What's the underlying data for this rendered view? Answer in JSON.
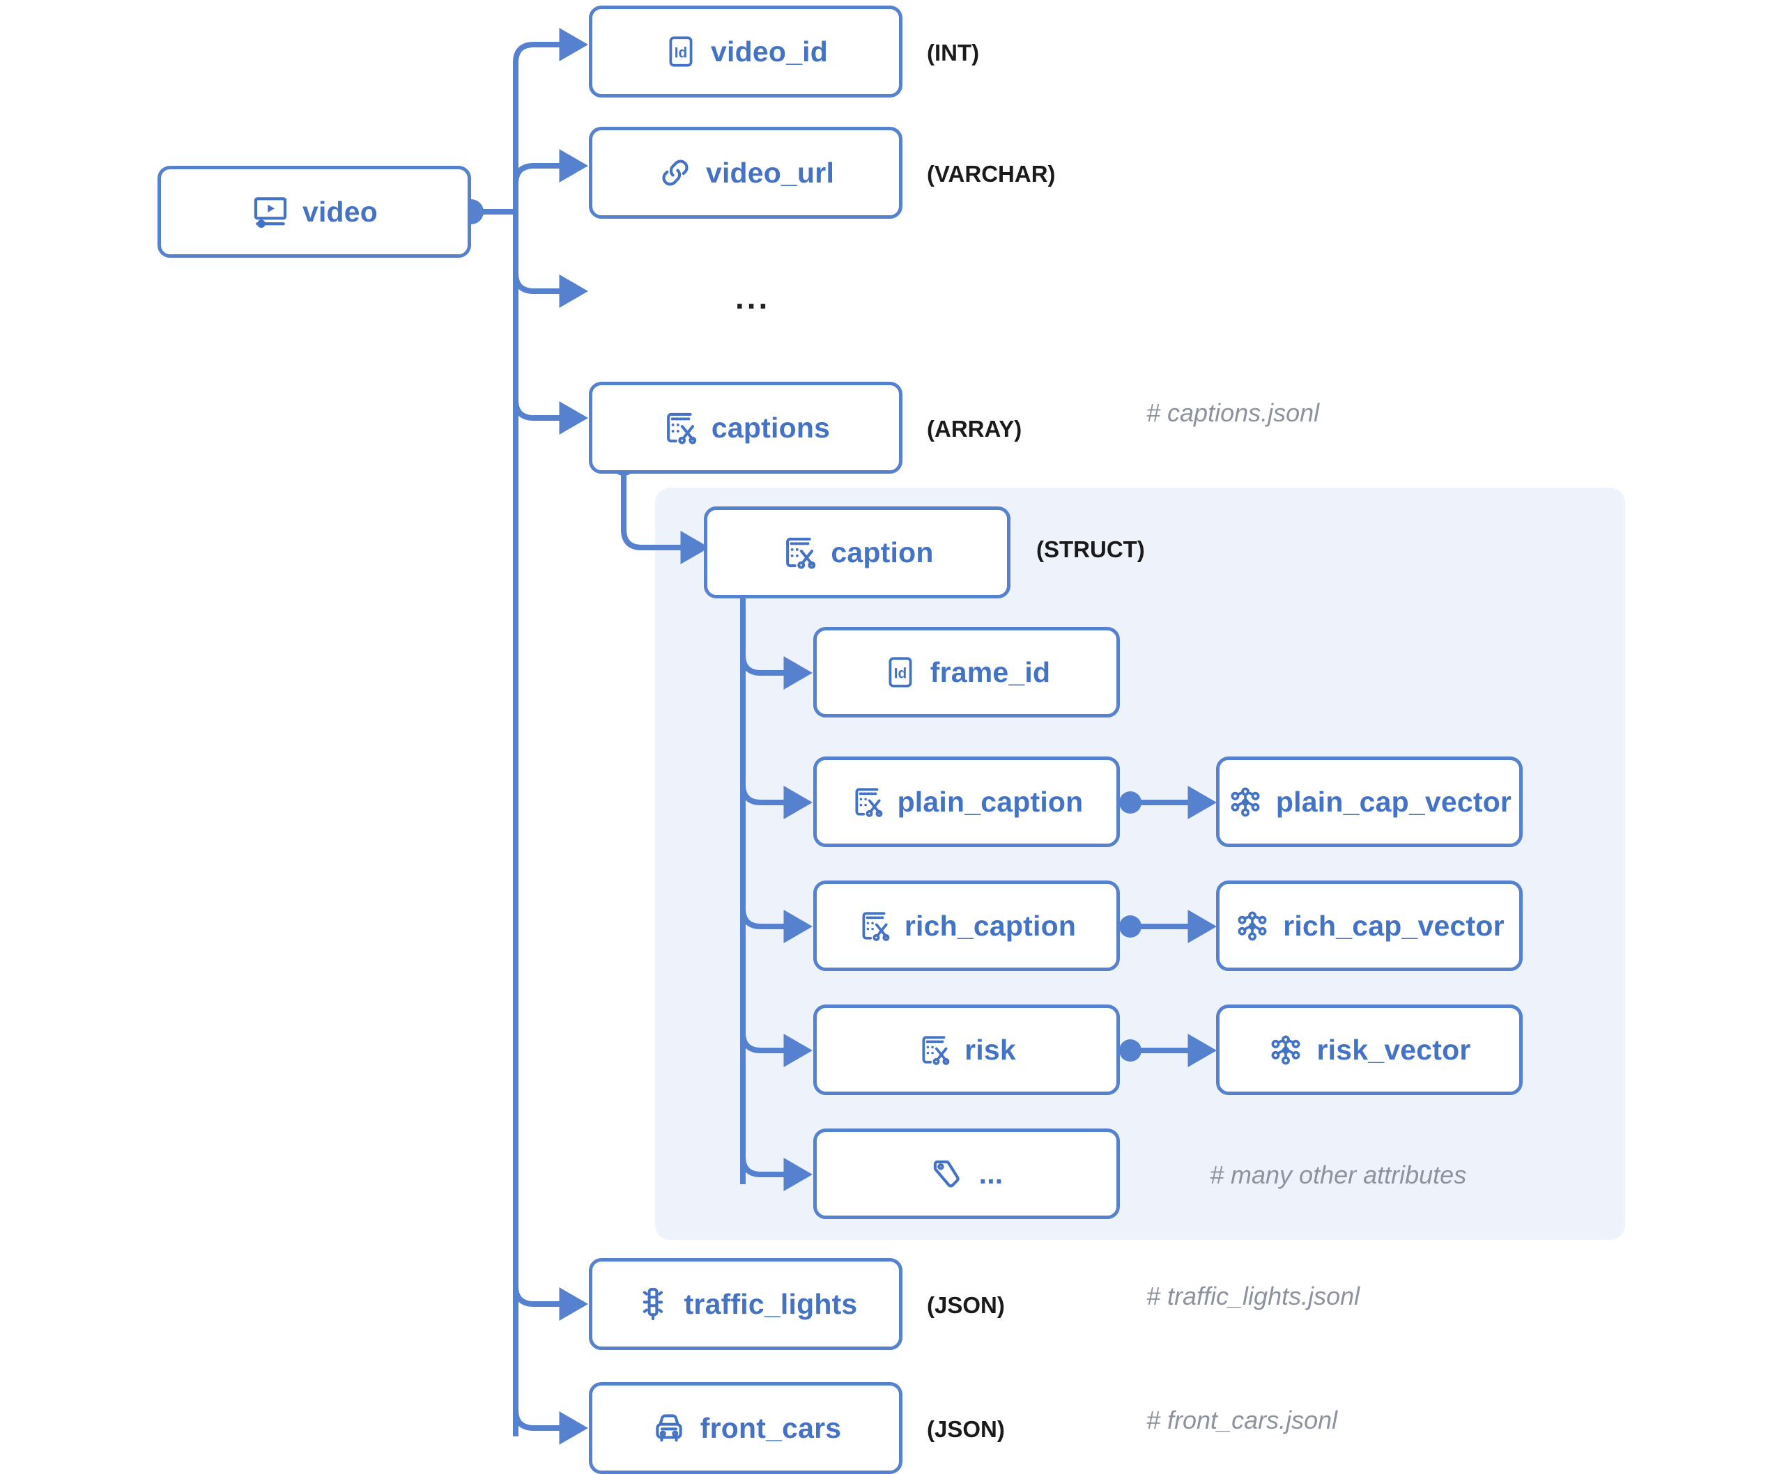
{
  "theme": {
    "stroke": "#5681CE",
    "label_blue": "#4472C4",
    "panel_bg": "#EDF2FB",
    "comment_gray": "#8D939E",
    "type_black": "#1a1a1a",
    "card_bg": "#FFFFFF"
  },
  "root": {
    "label": "video",
    "icon": "video-player-icon"
  },
  "video_fields": [
    {
      "key": "video_id",
      "label": "video_id",
      "icon": "id-card-icon",
      "type": "(INT)",
      "comment": ""
    },
    {
      "key": "video_url",
      "label": "video_url",
      "icon": "link-icon",
      "type": "(VARCHAR)",
      "comment": ""
    },
    {
      "key": "ellipsis",
      "label": "...",
      "icon": "none",
      "type": "",
      "comment": ""
    },
    {
      "key": "captions",
      "label": "captions",
      "icon": "caption-cut-icon",
      "type": "(ARRAY)",
      "comment": "# captions.jsonl"
    },
    {
      "key": "traffic_lights",
      "label": "traffic_lights",
      "icon": "traffic-light-icon",
      "type": "(JSON)",
      "comment": "# traffic_lights.jsonl"
    },
    {
      "key": "front_cars",
      "label": "front_cars",
      "icon": "car-icon",
      "type": "(JSON)",
      "comment": "# front_cars.jsonl"
    }
  ],
  "caption_struct": {
    "label": "caption",
    "icon": "caption-cut-icon",
    "type": "(STRUCT)",
    "fields": [
      {
        "key": "frame_id",
        "label": "frame_id",
        "icon": "id-card-icon",
        "vector": null,
        "comment": ""
      },
      {
        "key": "plain_caption",
        "label": "plain_caption",
        "icon": "caption-cut-icon",
        "vector": {
          "label": "plain_cap_vector",
          "icon": "vector-graph-icon"
        },
        "comment": ""
      },
      {
        "key": "rich_caption",
        "label": "rich_caption",
        "icon": "caption-cut-icon",
        "vector": {
          "label": "rich_cap_vector",
          "icon": "vector-graph-icon"
        },
        "comment": ""
      },
      {
        "key": "risk",
        "label": "risk",
        "icon": "caption-cut-icon",
        "vector": {
          "label": "risk_vector",
          "icon": "vector-graph-icon"
        },
        "comment": ""
      },
      {
        "key": "more",
        "label": "...",
        "icon": "tag-icon",
        "vector": null,
        "comment": "# many other attributes"
      }
    ]
  }
}
